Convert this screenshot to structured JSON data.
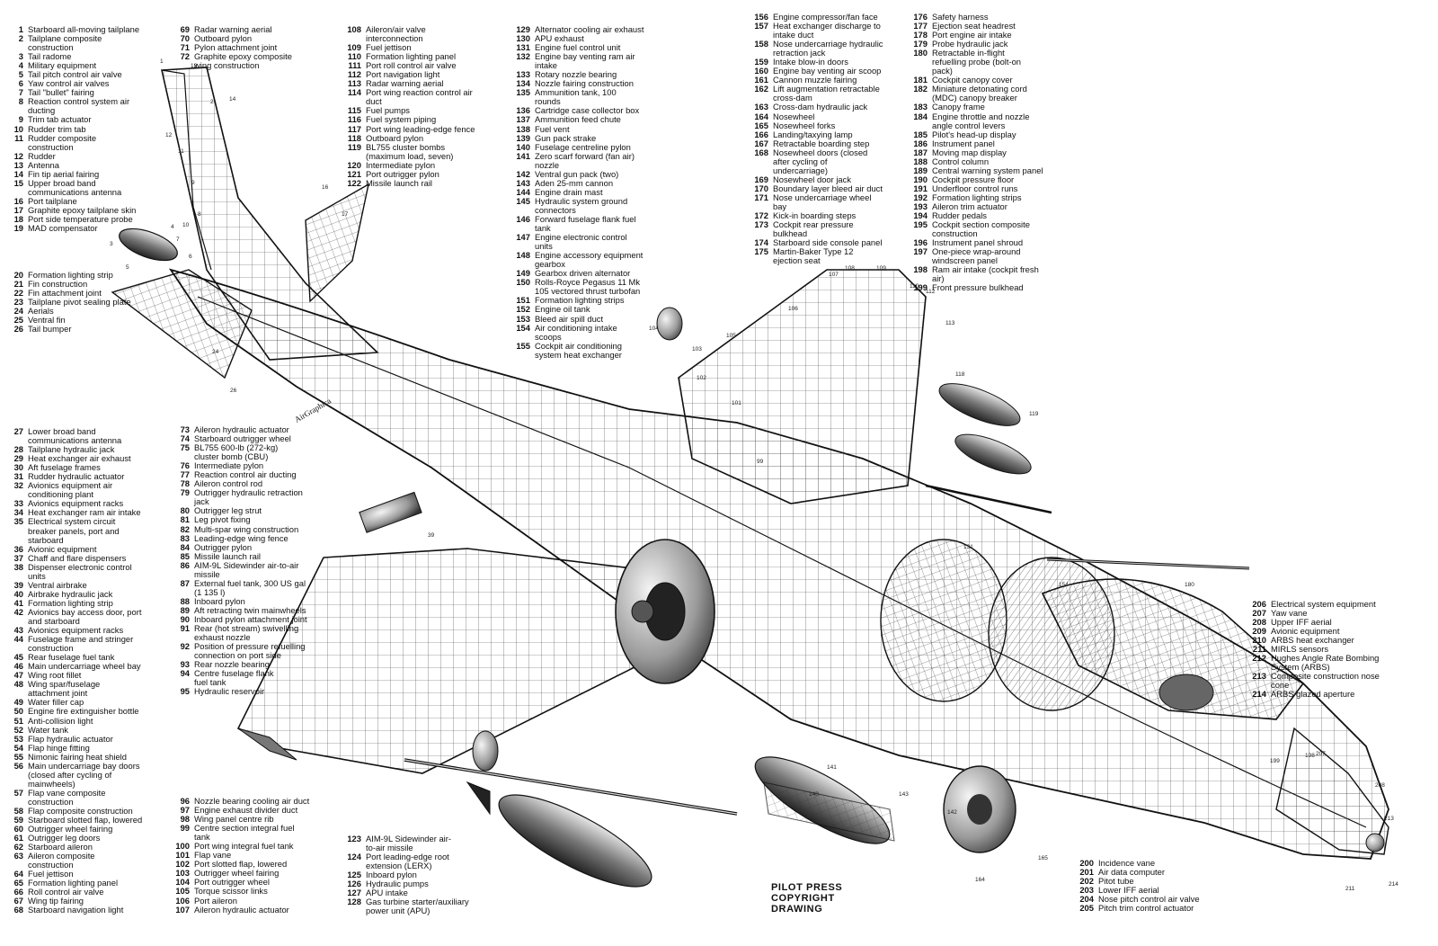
{
  "legend": {
    "col_a1": [
      [
        "1",
        "Starboard all-moving tailplane"
      ],
      [
        "2",
        "Tailplane composite"
      ],
      [
        "",
        "construction"
      ],
      [
        "3",
        "Tail radome"
      ],
      [
        "4",
        "Military equipment"
      ],
      [
        "5",
        "Tail pitch control air valve"
      ],
      [
        "6",
        "Yaw control air valves"
      ],
      [
        "7",
        "Tail \"bullet\" fairing"
      ],
      [
        "8",
        "Reaction control system air"
      ],
      [
        "",
        "ducting"
      ],
      [
        "9",
        "Trim tab actuator"
      ],
      [
        "10",
        "Rudder trim tab"
      ],
      [
        "11",
        "Rudder composite"
      ],
      [
        "",
        "construction"
      ],
      [
        "12",
        "Rudder"
      ],
      [
        "13",
        "Antenna"
      ],
      [
        "14",
        "Fin tip aerial fairing"
      ],
      [
        "15",
        "Upper broad band"
      ],
      [
        "",
        "communications antenna"
      ],
      [
        "16",
        "Port tailplane"
      ],
      [
        "17",
        "Graphite epoxy tailplane skin"
      ],
      [
        "18",
        "Port side temperature probe"
      ],
      [
        "19",
        "MAD compensator"
      ]
    ],
    "col_a2": [
      [
        "20",
        "Formation lighting strip"
      ],
      [
        "21",
        "Fin construction"
      ],
      [
        "22",
        "Fin attachment joint"
      ],
      [
        "23",
        "Tailplane pivot sealing plate"
      ],
      [
        "24",
        "Aerials"
      ],
      [
        "25",
        "Ventral fin"
      ],
      [
        "26",
        "Tail bumper"
      ]
    ],
    "col_a3": [
      [
        "27",
        "Lower broad band"
      ],
      [
        "",
        "communications antenna"
      ],
      [
        "28",
        "Tailplane hydraulic jack"
      ],
      [
        "29",
        "Heat exchanger air exhaust"
      ],
      [
        "30",
        "Aft fuselage frames"
      ],
      [
        "31",
        "Rudder hydraulic actuator"
      ],
      [
        "32",
        "Avionics equipment air"
      ],
      [
        "",
        "conditioning plant"
      ],
      [
        "33",
        "Avionics equipment racks"
      ],
      [
        "34",
        "Heat exchanger ram air intake"
      ],
      [
        "35",
        "Electrical system circuit"
      ],
      [
        "",
        "breaker panels, port and"
      ],
      [
        "",
        "starboard"
      ],
      [
        "36",
        "Avionic equipment"
      ],
      [
        "37",
        "Chaff and flare dispensers"
      ],
      [
        "38",
        "Dispenser electronic control"
      ],
      [
        "",
        "units"
      ],
      [
        "39",
        "Ventral airbrake"
      ],
      [
        "40",
        "Airbrake hydraulic jack"
      ],
      [
        "41",
        "Formation lighting strip"
      ],
      [
        "42",
        "Avionics bay access door, port"
      ],
      [
        "",
        "and starboard"
      ],
      [
        "43",
        "Avionics equipment racks"
      ],
      [
        "44",
        "Fuselage frame and stringer"
      ],
      [
        "",
        "construction"
      ],
      [
        "45",
        "Rear fuselage fuel tank"
      ],
      [
        "46",
        "Main undercarriage wheel bay"
      ],
      [
        "47",
        "Wing root fillet"
      ],
      [
        "48",
        "Wing spar/fuselage"
      ],
      [
        "",
        "attachment joint"
      ],
      [
        "49",
        "Water filler cap"
      ],
      [
        "50",
        "Engine fire extinguisher bottle"
      ],
      [
        "51",
        "Anti-collision light"
      ],
      [
        "52",
        "Water tank"
      ],
      [
        "53",
        "Flap hydraulic actuator"
      ],
      [
        "54",
        "Flap hinge fitting"
      ],
      [
        "55",
        "Nimonic fairing heat shield"
      ],
      [
        "56",
        "Main undercarriage bay doors"
      ],
      [
        "",
        "(closed after cycling of"
      ],
      [
        "",
        "mainwheels)"
      ],
      [
        "57",
        "Flap vane composite"
      ],
      [
        "",
        "construction"
      ],
      [
        "58",
        "Flap composite construction"
      ],
      [
        "59",
        "Starboard slotted flap, lowered"
      ],
      [
        "60",
        "Outrigger wheel fairing"
      ],
      [
        "61",
        "Outrigger leg doors"
      ],
      [
        "62",
        "Starboard aileron"
      ],
      [
        "63",
        "Aileron composite"
      ],
      [
        "",
        "construction"
      ],
      [
        "64",
        "Fuel jettison"
      ],
      [
        "65",
        "Formation lighting panel"
      ],
      [
        "66",
        "Roll control air valve"
      ],
      [
        "67",
        "Wing tip fairing"
      ],
      [
        "68",
        "Starboard navigation light"
      ]
    ],
    "col_b1": [
      [
        "69",
        "Radar warning aerial"
      ],
      [
        "70",
        "Outboard pylon"
      ],
      [
        "71",
        "Pylon attachment joint"
      ],
      [
        "72",
        "Graphite epoxy composite"
      ],
      [
        "",
        "wing construction"
      ]
    ],
    "col_b2": [
      [
        "73",
        "Aileron hydraulic actuator"
      ],
      [
        "74",
        "Starboard outrigger wheel"
      ],
      [
        "75",
        "BL755 600-lb (272-kg)"
      ],
      [
        "",
        "cluster bomb (CBU)"
      ],
      [
        "76",
        "Intermediate pylon"
      ],
      [
        "77",
        "Reaction control air ducting"
      ],
      [
        "78",
        "Aileron control rod"
      ],
      [
        "79",
        "Outrigger hydraulic retraction"
      ],
      [
        "",
        "jack"
      ],
      [
        "80",
        "Outrigger leg strut"
      ],
      [
        "81",
        "Leg pivot fixing"
      ],
      [
        "82",
        "Multi-spar wing construction"
      ],
      [
        "83",
        "Leading-edge wing fence"
      ],
      [
        "84",
        "Outrigger pylon"
      ],
      [
        "85",
        "Missile launch rail"
      ],
      [
        "86",
        "AIM-9L Sidewinder air-to-air"
      ],
      [
        "",
        "missile"
      ],
      [
        "87",
        "External fuel tank, 300 US gal"
      ],
      [
        "",
        "(1 135 l)"
      ],
      [
        "88",
        "Inboard pylon"
      ],
      [
        "89",
        "Aft retracting twin mainwheels"
      ],
      [
        "90",
        "Inboard pylon attachment joint"
      ],
      [
        "91",
        "Rear (hot stream) swivelling"
      ],
      [
        "",
        "exhaust nozzle"
      ],
      [
        "92",
        "Position of pressure refuelling"
      ],
      [
        "",
        "connection on port side"
      ],
      [
        "93",
        "Rear nozzle bearing"
      ],
      [
        "94",
        "Centre fuselage flank"
      ],
      [
        "",
        "fuel tank"
      ],
      [
        "95",
        "Hydraulic reservoir"
      ]
    ],
    "col_b3": [
      [
        "96",
        "Nozzle bearing cooling air duct"
      ],
      [
        "97",
        "Engine exhaust divider duct"
      ],
      [
        "98",
        "Wing panel centre rib"
      ],
      [
        "99",
        "Centre section integral fuel"
      ],
      [
        "",
        "tank"
      ],
      [
        "100",
        "Port wing integral fuel tank"
      ],
      [
        "101",
        "Flap vane"
      ],
      [
        "102",
        "Port slotted flap, lowered"
      ],
      [
        "103",
        "Outrigger wheel fairing"
      ],
      [
        "104",
        "Port outrigger wheel"
      ],
      [
        "105",
        "Torque scissor links"
      ],
      [
        "106",
        "Port aileron"
      ],
      [
        "107",
        "Aileron hydraulic actuator"
      ]
    ],
    "col_c1": [
      [
        "108",
        "Aileron/air valve"
      ],
      [
        "",
        "interconnection"
      ],
      [
        "109",
        "Fuel jettison"
      ],
      [
        "110",
        "Formation lighting panel"
      ],
      [
        "111",
        "Port roll control air valve"
      ],
      [
        "112",
        "Port navigation light"
      ],
      [
        "113",
        "Radar warning aerial"
      ],
      [
        "114",
        "Port wing reaction control air"
      ],
      [
        "",
        "duct"
      ],
      [
        "115",
        "Fuel pumps"
      ],
      [
        "116",
        "Fuel system piping"
      ],
      [
        "117",
        "Port wing leading-edge fence"
      ],
      [
        "118",
        "Outboard pylon"
      ],
      [
        "119",
        "BL755 cluster bombs"
      ],
      [
        "",
        "(maximum load, seven)"
      ],
      [
        "120",
        "Intermediate pylon"
      ],
      [
        "121",
        "Port outrigger pylon"
      ],
      [
        "122",
        "Missile launch rail"
      ]
    ],
    "col_c2": [
      [
        "123",
        "AIM-9L Sidewinder air-"
      ],
      [
        "",
        "to-air missile"
      ],
      [
        "124",
        "Port leading-edge root"
      ],
      [
        "",
        "extension (LERX)"
      ],
      [
        "125",
        "Inboard pylon"
      ],
      [
        "126",
        "Hydraulic pumps"
      ],
      [
        "127",
        "APU intake"
      ],
      [
        "128",
        "Gas turbine starter/auxiliary"
      ],
      [
        "",
        "power unit (APU)"
      ]
    ],
    "col_d1": [
      [
        "129",
        "Alternator cooling air exhaust"
      ],
      [
        "130",
        "APU exhaust"
      ],
      [
        "131",
        "Engine fuel control unit"
      ],
      [
        "132",
        "Engine bay venting ram air"
      ],
      [
        "",
        "intake"
      ],
      [
        "133",
        "Rotary nozzle bearing"
      ],
      [
        "134",
        "Nozzle fairing construction"
      ],
      [
        "135",
        "Ammunition tank, 100"
      ],
      [
        "",
        "rounds"
      ],
      [
        "136",
        "Cartridge case collector box"
      ],
      [
        "137",
        "Ammunition feed chute"
      ],
      [
        "138",
        "Fuel vent"
      ],
      [
        "139",
        "Gun pack strake"
      ],
      [
        "140",
        "Fuselage centreline pylon"
      ],
      [
        "141",
        "Zero scarf forward (fan air)"
      ],
      [
        "",
        "nozzle"
      ],
      [
        "142",
        "Ventral gun pack (two)"
      ],
      [
        "143",
        "Aden 25-mm cannon"
      ],
      [
        "144",
        "Engine drain mast"
      ],
      [
        "145",
        "Hydraulic system ground"
      ],
      [
        "",
        "connectors"
      ],
      [
        "146",
        "Forward fuselage flank fuel"
      ],
      [
        "",
        "tank"
      ],
      [
        "147",
        "Engine electronic control"
      ],
      [
        "",
        "units"
      ],
      [
        "148",
        "Engine accessory equipment"
      ],
      [
        "",
        "gearbox"
      ],
      [
        "149",
        "Gearbox driven alternator"
      ],
      [
        "150",
        "Rolls-Royce Pegasus 11 Mk"
      ],
      [
        "",
        "105 vectored thrust turbofan"
      ],
      [
        "151",
        "Formation lighting strips"
      ],
      [
        "152",
        "Engine oil tank"
      ],
      [
        "153",
        "Bleed air spill duct"
      ],
      [
        "154",
        "Air conditioning intake"
      ],
      [
        "",
        "scoops"
      ],
      [
        "155",
        "Cockpit air conditioning"
      ],
      [
        "",
        "system heat exchanger"
      ]
    ],
    "col_e1": [
      [
        "156",
        "Engine compressor/fan face"
      ],
      [
        "157",
        "Heat exchanger discharge to"
      ],
      [
        "",
        "intake duct"
      ],
      [
        "158",
        "Nose undercarriage hydraulic"
      ],
      [
        "",
        "retraction jack"
      ],
      [
        "159",
        "Intake blow-in doors"
      ],
      [
        "160",
        "Engine bay venting air scoop"
      ],
      [
        "161",
        "Cannon muzzle fairing"
      ],
      [
        "162",
        "Lift augmentation retractable"
      ],
      [
        "",
        "cross-dam"
      ],
      [
        "163",
        "Cross-dam hydraulic jack"
      ],
      [
        "164",
        "Nosewheel"
      ],
      [
        "165",
        "Nosewheel forks"
      ],
      [
        "166",
        "Landing/taxying lamp"
      ],
      [
        "167",
        "Retractable boarding step"
      ],
      [
        "168",
        "Nosewheel doors (closed"
      ],
      [
        "",
        "after cycling of"
      ],
      [
        "",
        "undercarriage)"
      ],
      [
        "169",
        "Nosewheel door jack"
      ],
      [
        "170",
        "Boundary layer bleed air duct"
      ],
      [
        "171",
        "Nose undercarriage wheel"
      ],
      [
        "",
        "bay"
      ],
      [
        "172",
        "Kick-in boarding steps"
      ],
      [
        "173",
        "Cockpit rear pressure"
      ],
      [
        "",
        "bulkhead"
      ],
      [
        "174",
        "Starboard side console panel"
      ],
      [
        "175",
        "Martin-Baker Type 12"
      ],
      [
        "",
        "ejection seat"
      ]
    ],
    "col_f1": [
      [
        "176",
        "Safety harness"
      ],
      [
        "177",
        "Ejection seat headrest"
      ],
      [
        "178",
        "Port engine air intake"
      ],
      [
        "179",
        "Probe hydraulic jack"
      ],
      [
        "180",
        "Retractable in-flight"
      ],
      [
        "",
        "refuelling probe (bolt-on"
      ],
      [
        "",
        "pack)"
      ],
      [
        "181",
        "Cockpit canopy cover"
      ],
      [
        "182",
        "Miniature detonating cord"
      ],
      [
        "",
        "(MDC) canopy breaker"
      ],
      [
        "183",
        "Canopy frame"
      ],
      [
        "184",
        "Engine throttle and nozzle"
      ],
      [
        "",
        "angle control levers"
      ],
      [
        "185",
        "Pilot's head-up display"
      ],
      [
        "186",
        "Instrument panel"
      ],
      [
        "187",
        "Moving map display"
      ],
      [
        "188",
        "Control column"
      ],
      [
        "189",
        "Central warning system panel"
      ],
      [
        "190",
        "Cockpit pressure floor"
      ],
      [
        "191",
        "Underfloor control runs"
      ],
      [
        "192",
        "Formation lighting strips"
      ],
      [
        "193",
        "Aileron trim actuator"
      ],
      [
        "194",
        "Rudder pedals"
      ],
      [
        "195",
        "Cockpit section composite"
      ],
      [
        "",
        "construction"
      ],
      [
        "196",
        "Instrument panel shroud"
      ],
      [
        "197",
        "One-piece wrap-around"
      ],
      [
        "",
        "windscreen panel"
      ],
      [
        "198",
        "Ram air intake (cockpit fresh"
      ],
      [
        "",
        "air)"
      ],
      [
        "199",
        "Front pressure bulkhead"
      ]
    ],
    "col_g1": [
      [
        "206",
        "Electrical system equipment"
      ],
      [
        "207",
        "Yaw vane"
      ],
      [
        "208",
        "Upper IFF aerial"
      ],
      [
        "209",
        "Avionic equipment"
      ],
      [
        "210",
        "ARBS heat exchanger"
      ],
      [
        "211",
        "MIRLS sensors"
      ],
      [
        "212",
        "Hughes Angle Rate Bombing"
      ],
      [
        "",
        "System (ARBS)"
      ],
      [
        "213",
        "Composite construction nose"
      ],
      [
        "",
        "cone"
      ],
      [
        "214",
        "ARBS glazed aperture"
      ]
    ],
    "col_h1": [
      [
        "200",
        "Incidence vane"
      ],
      [
        "201",
        "Air data computer"
      ],
      [
        "202",
        "Pitot tube"
      ],
      [
        "203",
        "Lower IFF aerial"
      ],
      [
        "204",
        "Nose pitch control air valve"
      ],
      [
        "205",
        "Pitch trim control actuator"
      ]
    ]
  },
  "copyright": [
    "PILOT PRESS",
    "COPYRIGHT",
    "DRAWING"
  ],
  "artist_signature": "AirGraphica",
  "callouts": [
    "1",
    "2",
    "3",
    "4",
    "5",
    "6",
    "7",
    "8",
    "9",
    "10",
    "11",
    "12",
    "13",
    "14",
    "16",
    "17",
    "24",
    "26",
    "39",
    "99",
    "101",
    "102",
    "103",
    "104",
    "105",
    "106",
    "107",
    "108",
    "109",
    "110",
    "112",
    "113",
    "118",
    "119",
    "131",
    "140",
    "141",
    "142",
    "143",
    "154",
    "164",
    "165",
    "180",
    "198",
    "199",
    "207",
    "208",
    "211",
    "213",
    "214"
  ]
}
